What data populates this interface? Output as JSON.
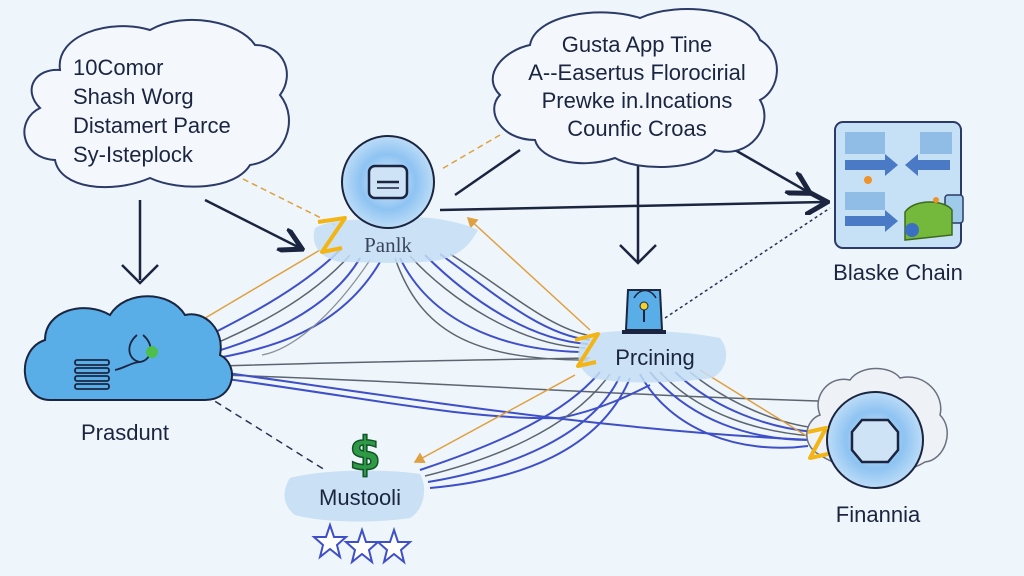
{
  "diagram": {
    "title": "",
    "callouts": [
      {
        "id": "left-callout",
        "lines": [
          "10Comor",
          "Shash Worg",
          "Distamert Parce",
          "Sy-Isteplock"
        ]
      },
      {
        "id": "top-callout",
        "lines": [
          "Gusta  App Tine",
          "A--Easertus Florocirial",
          "Prewke in.Incations",
          "Counfic Croas"
        ]
      }
    ],
    "nodes": [
      {
        "id": "bank",
        "label": "Panlk",
        "icon": "card-icon"
      },
      {
        "id": "blaske-chain",
        "label": "Blaske Chain",
        "icon": "workflow-panel-icon"
      },
      {
        "id": "prasdunt",
        "label": "Prasdunt",
        "icon": "cloud-server-icon"
      },
      {
        "id": "prcining",
        "label": "Prcining",
        "icon": "lock-shield-icon"
      },
      {
        "id": "mustooli",
        "label": "Mustooli",
        "icon": "dollar-icon"
      },
      {
        "id": "finannia",
        "label": "Finannia",
        "icon": "coin-globe-icon"
      }
    ],
    "colors": {
      "background": "#eef5fb",
      "node_fill": "#bfdcf5",
      "cloud_fill": "#5aaee8",
      "arrow": "#1b2540",
      "link_blue": "#3e4fc8",
      "link_gray": "#5c6470",
      "link_orange": "#e0a040",
      "bolt": "#f2b515",
      "dollar_green": "#2e9a45"
    }
  }
}
